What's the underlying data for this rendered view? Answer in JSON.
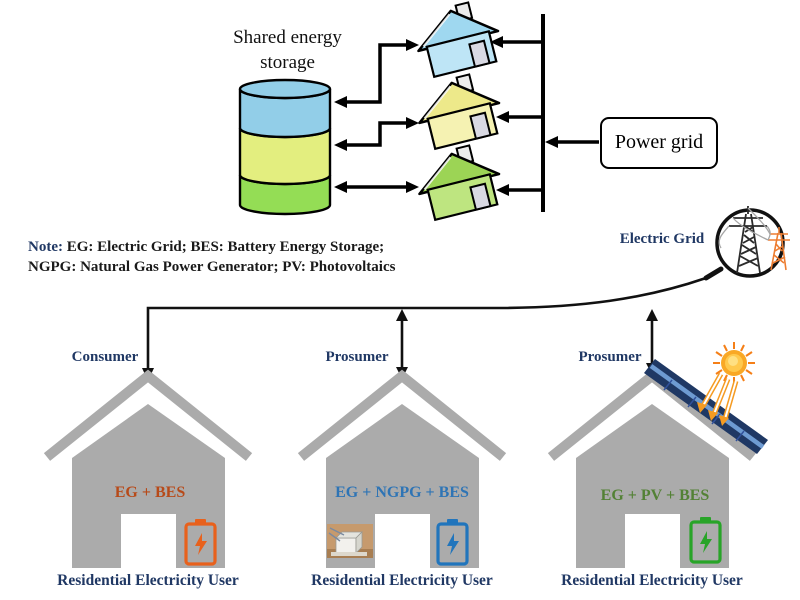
{
  "figure": {
    "storage": {
      "label_line1": "Shared energy",
      "label_line2": "storage"
    },
    "power_grid": {
      "label": "Power grid"
    },
    "electric_grid": {
      "label": "Electric Grid"
    },
    "note": {
      "prefix": "Note:",
      "line1": " EG: Electric Grid; BES: Battery Energy Storage;",
      "line2": "NGPG: Natural Gas Power Generator; PV: Photovoltaics"
    },
    "shared_houses": [
      {
        "name": "blue-house"
      },
      {
        "name": "yellow-house"
      },
      {
        "name": "green-house"
      }
    ],
    "bottom_houses": [
      {
        "role": "Consumer",
        "config": "EG + BES",
        "caption": "Residential Electricity User",
        "battery_color": "#E8611C",
        "config_color": "#B74A19",
        "extra_icon": "battery-icon"
      },
      {
        "role": "Prosumer",
        "config": "EG + NGPG + BES",
        "caption": "Residential Electricity User",
        "battery_color": "#2175BC",
        "config_color": "#2E74B5",
        "extra_icon": "gas-generator-photo"
      },
      {
        "role": "Prosumer",
        "config": "EG + PV + BES",
        "caption": "Residential Electricity User",
        "battery_color": "#28A428",
        "config_color": "#538135",
        "extra_icon": "solar-panel"
      }
    ]
  },
  "colors": {
    "storage_top_band": "#92CEE8",
    "storage_mid_band": "#E3EE7F",
    "storage_bottom_band": "#94DD55",
    "house_blue_roof": "#9FD8F0",
    "house_blue_wall": "#BEE5F6",
    "house_yellow_roof": "#EDE98A",
    "house_yellow_wall": "#F5F2B2",
    "house_green_roof": "#9CD455",
    "house_green_wall": "#BEE580",
    "gray_house": "#ABABAB",
    "navy_label": "#203864",
    "solar_panel": "#1F3864",
    "solar_panel_edge": "#6E9BD2",
    "sun_orange": "#F9A825",
    "beam_orange": "#F59B22",
    "line_black": "#000000"
  }
}
